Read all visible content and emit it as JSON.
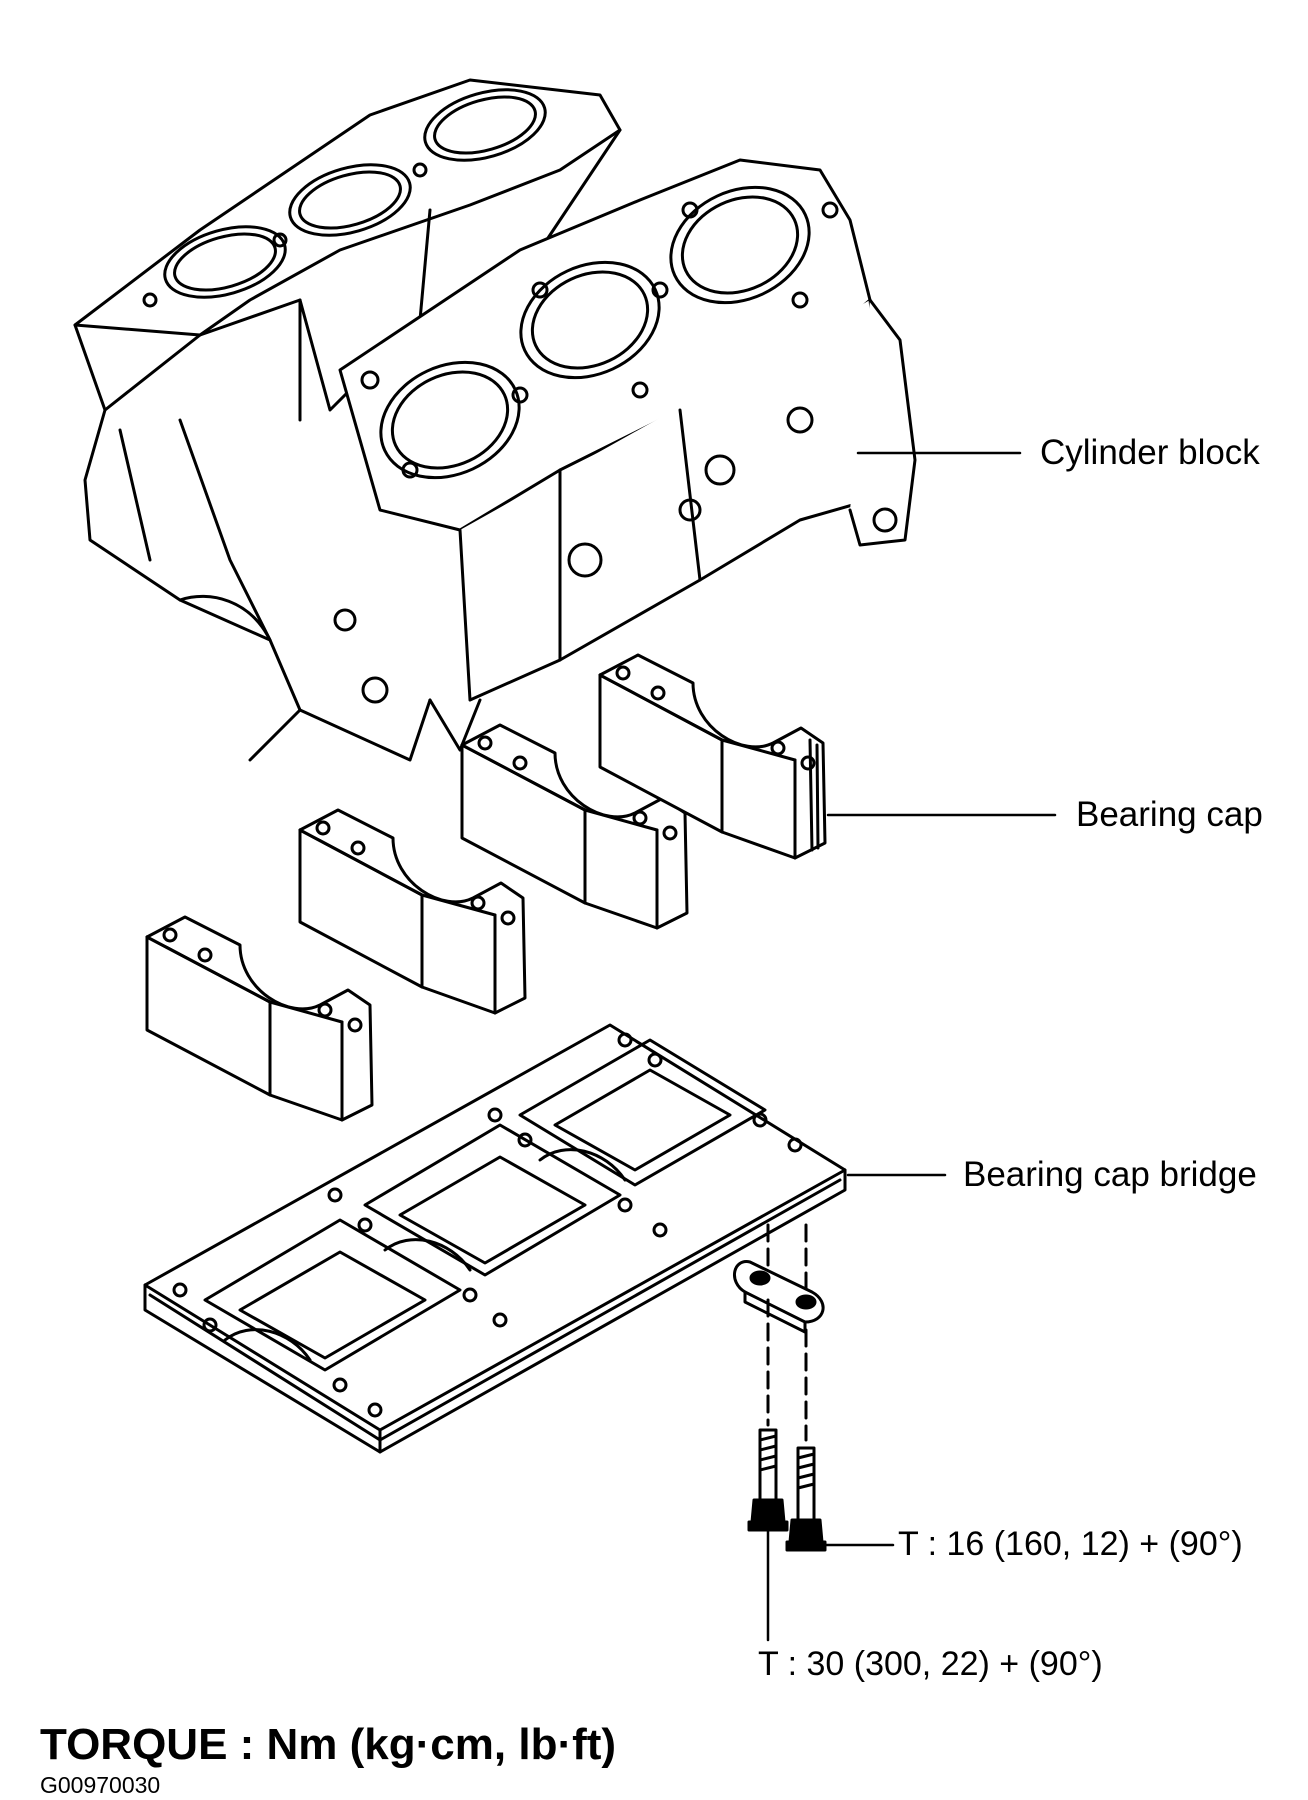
{
  "labels": {
    "cylinder_block": "Cylinder block",
    "bearing_cap": "Bearing cap",
    "bearing_cap_bridge": "Bearing cap bridge",
    "torque_inner_bolt": "T : 16 (160, 12) + (90°)",
    "torque_outer_bolt": "T : 30 (300, 22) + (90°)"
  },
  "footer": {
    "torque_units": "TORQUE : Nm (kg·cm, lb·ft)",
    "figure_code": "G00970030"
  }
}
